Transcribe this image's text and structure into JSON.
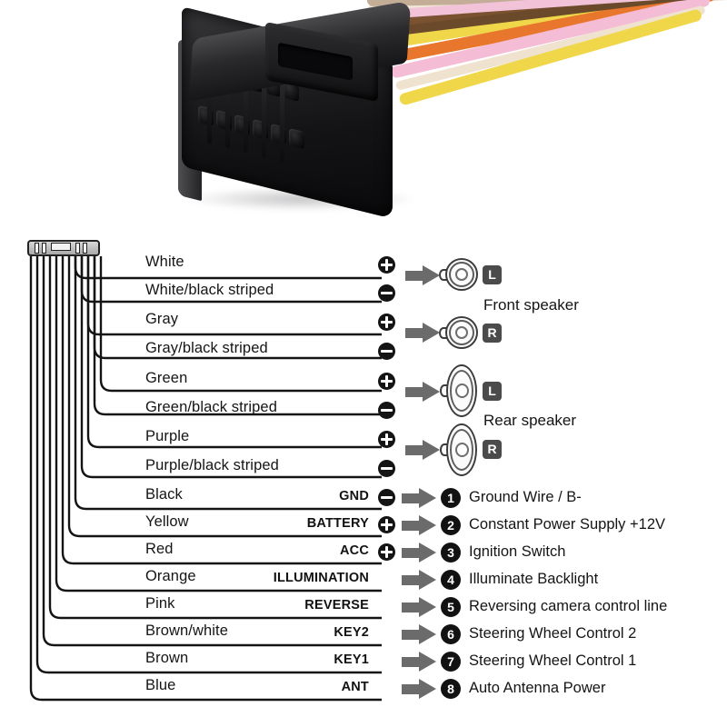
{
  "photo": {
    "alt_name": "16-pin ISO car stereo wiring harness connector photo",
    "connector_color": "#17161a",
    "wire_colors": [
      "#f2e9dc",
      "#8a5a2b",
      "#e8d9c8",
      "#f2c2d8",
      "#f0d74a",
      "#e8762c",
      "#f7c8df",
      "#c9b8a8",
      "#efe2cf",
      "#6a4a2a"
    ]
  },
  "diagram": {
    "header_label": "harness-connector-header",
    "speaker_rows": [
      {
        "wire": "White",
        "func": "",
        "polarity": "plus",
        "speaker": "round",
        "side": "L",
        "caption": ""
      },
      {
        "wire": "White/black striped",
        "func": "",
        "polarity": "minus",
        "speaker": "",
        "side": "",
        "caption": "Front speaker"
      },
      {
        "wire": "Gray",
        "func": "",
        "polarity": "plus",
        "speaker": "round",
        "side": "R",
        "caption": ""
      },
      {
        "wire": "Gray/black striped",
        "func": "",
        "polarity": "minus",
        "speaker": "",
        "side": "",
        "caption": ""
      },
      {
        "wire": "Green",
        "func": "",
        "polarity": "plus",
        "speaker": "oval",
        "side": "L",
        "caption": ""
      },
      {
        "wire": "Green/black striped",
        "func": "",
        "polarity": "minus",
        "speaker": "",
        "side": "",
        "caption": "Rear speaker"
      },
      {
        "wire": "Purple",
        "func": "",
        "polarity": "plus",
        "speaker": "oval",
        "side": "R",
        "caption": ""
      },
      {
        "wire": "Purple/black striped",
        "func": "",
        "polarity": "minus",
        "speaker": "",
        "side": "",
        "caption": ""
      }
    ],
    "power_rows": [
      {
        "num": "1",
        "wire": "Black",
        "func": "GND",
        "polarity": "minus",
        "desc": "Ground Wire / B-"
      },
      {
        "num": "2",
        "wire": "Yellow",
        "func": "BATTERY",
        "polarity": "plus",
        "desc": "Constant Power Supply +12V"
      },
      {
        "num": "3",
        "wire": "Red",
        "func": "ACC",
        "polarity": "plus",
        "desc": "Ignition Switch"
      },
      {
        "num": "4",
        "wire": "Orange",
        "func": "ILLUMINATION",
        "polarity": "",
        "desc": "Illuminate Backlight"
      },
      {
        "num": "5",
        "wire": "Pink",
        "func": "REVERSE",
        "polarity": "",
        "desc": "Reversing camera control line"
      },
      {
        "num": "6",
        "wire": "Brown/white",
        "func": "KEY2",
        "polarity": "",
        "desc": "Steering Wheel Control 2"
      },
      {
        "num": "7",
        "wire": "Brown",
        "func": "KEY1",
        "polarity": "",
        "desc": "Steering Wheel Control 1"
      },
      {
        "num": "8",
        "wire": "Blue",
        "func": "ANT",
        "polarity": "",
        "desc": "Auto  Antenna Power"
      }
    ],
    "captions": {
      "front": "Front speaker",
      "rear": "Rear speaker"
    },
    "colors": {
      "line": "#141414",
      "arrow": "#6b6b6b",
      "badge": "#121212",
      "lr_badge": "#4b4b4b"
    }
  }
}
